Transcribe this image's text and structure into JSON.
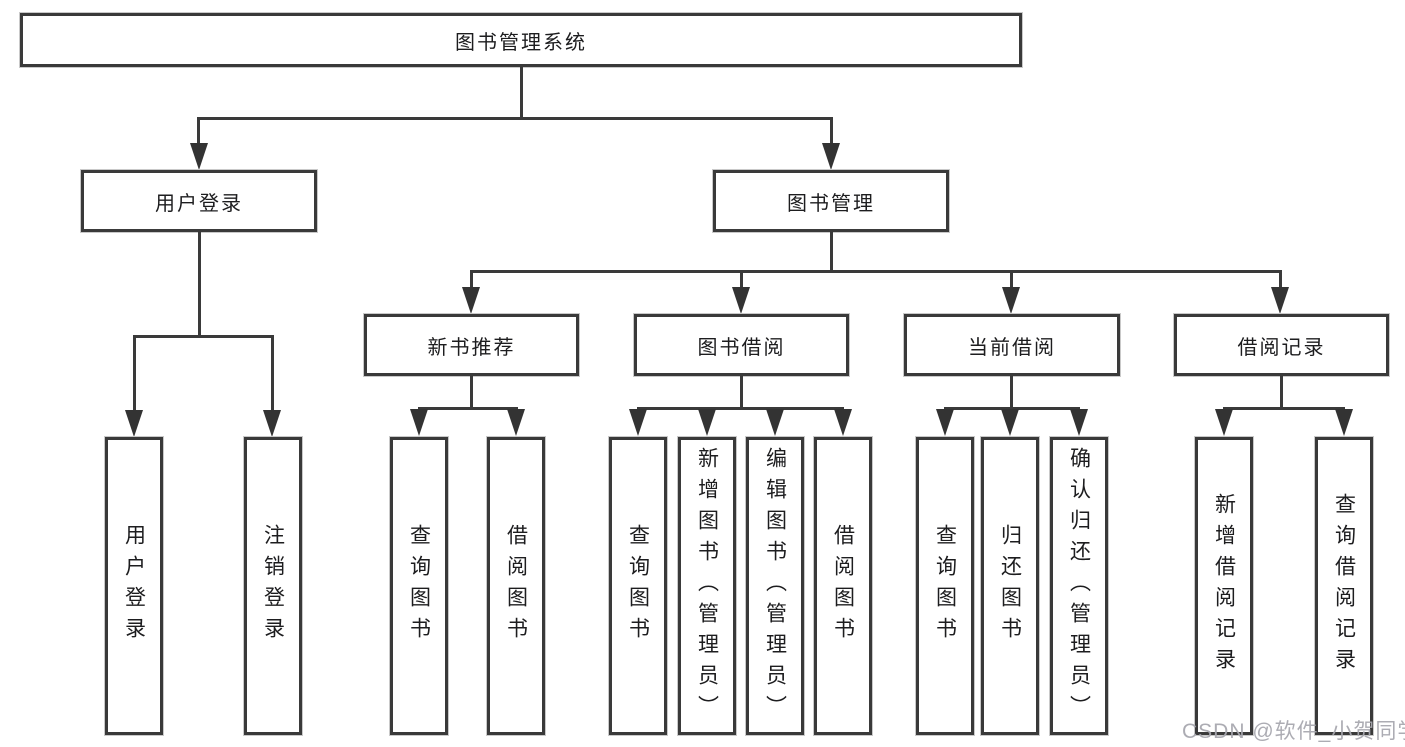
{
  "diagram": {
    "root": {
      "label": "图书管理系统"
    },
    "branches": {
      "user_login": {
        "label": "用户登录"
      },
      "book_management": {
        "label": "图书管理"
      }
    },
    "modules": [
      {
        "label": "新书推荐"
      },
      {
        "label": "图书借阅"
      },
      {
        "label": "当前借阅"
      },
      {
        "label": "借阅记录"
      }
    ],
    "leaves": {
      "user_login": [
        "用户登录",
        "注销登录"
      ],
      "new_books": [
        "查询图书",
        "借阅图书"
      ],
      "borrowing": [
        "查询图书",
        "新增图书（管理员）",
        "编辑图书（管理员）",
        "借阅图书"
      ],
      "current_borrow": [
        "查询图书",
        "归还图书",
        "确认归还（管理员）"
      ],
      "borrow_records": [
        "新增借阅记录",
        "查询借阅记录"
      ]
    }
  },
  "watermark": "CSDN @软件_小贺同学",
  "colors": {
    "background": "#ffffff",
    "box_border": "#3a3a3a",
    "connector": "#3a3a3a",
    "text": "#1d1d1f",
    "watermark": "#a8a8af"
  }
}
